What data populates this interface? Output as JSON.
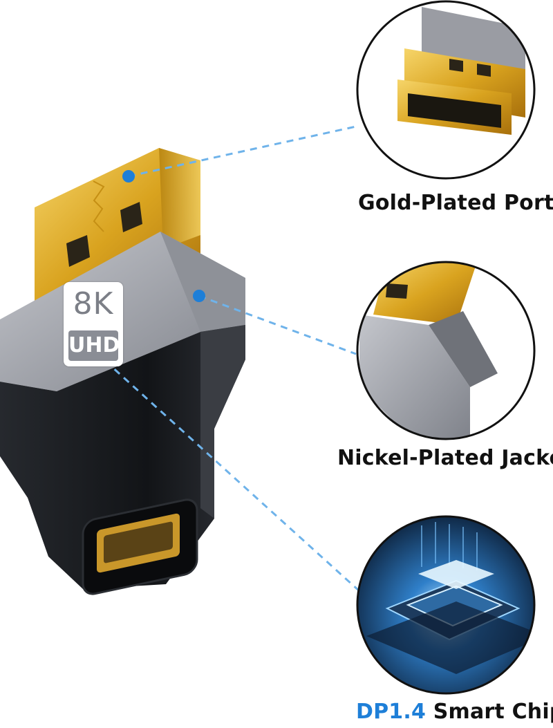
{
  "captions": {
    "gold_port": "Gold-Plated Port",
    "nickel_jacket": "Nickel-Plated Jacket",
    "chip_prefix": "DP1.4",
    "chip_suffix": " Smart Chip"
  },
  "badge": {
    "top": "8K",
    "bottom": "UHD"
  },
  "colors": {
    "gold": "#d9a31f",
    "gray_shell": "#9a9ca3",
    "black_body": "#15171a",
    "callout_dot": "#1e7fd8",
    "callout_line": "#6fb3ea",
    "accent_text": "#1e7fd8"
  }
}
